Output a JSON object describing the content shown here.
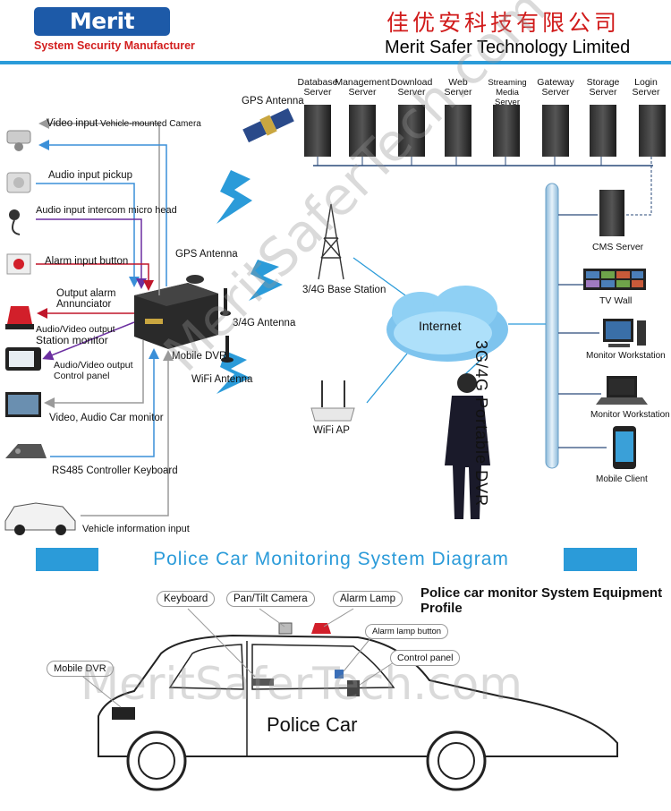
{
  "header": {
    "logo_text": "Merit Safer",
    "logo_subtitle": "System Security Manufacturer",
    "company_cn": "佳优安科技有限公司",
    "company_en": "Merit Safer Technology Limited"
  },
  "servers": [
    {
      "label_top": "Database",
      "label_bottom": "Server"
    },
    {
      "label_top": "Management",
      "label_bottom": "Server"
    },
    {
      "label_top": "Download",
      "label_bottom": "Server"
    },
    {
      "label_top": "Web",
      "label_bottom": "Server"
    },
    {
      "label_top": "Streaming Media",
      "label_bottom": "Server"
    },
    {
      "label_top": "Gateway",
      "label_bottom": "Server"
    },
    {
      "label_top": "Storage",
      "label_bottom": "Server"
    },
    {
      "label_top": "Login",
      "label_bottom": "Server"
    }
  ],
  "network": {
    "gps_satellite": "GPS Antenna",
    "base_station": "3/4G Base Station",
    "internet": "Internet",
    "wifi_ap": "WiFi AP",
    "portable_dvr": "3G/4G Portable DVR",
    "cms_server": "CMS   Server",
    "tv_wall": "TV   Wall",
    "monitor_ws_1": "Monitor Workstation",
    "monitor_ws_2": "Monitor Workstation",
    "mobile_client": "Mobile Client"
  },
  "dvr": {
    "gps_antenna": "GPS Antenna",
    "antenna_34g": "3/4G Antenna",
    "mobile_dvr": "Mobile DVR",
    "wifi_antenna": "WiFi Antenna"
  },
  "peripherals": {
    "video_input": "Video input",
    "camera": "Vehicle-mounted Camera",
    "audio_pickup": "Audio input pickup",
    "audio_intercom": "Audio input intercom micro head",
    "alarm_button": "Alarm input button",
    "output_alarm_1": "Output alarm",
    "output_alarm_2": "Annunciator",
    "av_station_1": "Audio/Video output",
    "av_station_2": "Station  monitor",
    "av_control_1": "Audio/Video output",
    "av_control_2": "Control  panel",
    "car_monitor": "Video, Audio Car monitor",
    "rs485": "RS485 Controller Keyboard",
    "vehicle_info": "Vehicle information input"
  },
  "diagram_title": "Police  Car Monitoring System Diagram",
  "profile_title": "Police car monitor System Equipment Profile",
  "car": {
    "label": "Police Car",
    "keyboard": "Keyboard",
    "ptz": "Pan/Tilt Camera",
    "alarm_lamp": "Alarm Lamp",
    "alarm_lamp_button": "Alarm lamp button",
    "control_panel": "Control panel",
    "mobile_dvr": "Mobile DVR"
  },
  "watermark": "MeritSaferTech.com",
  "colors": {
    "brand_blue": "#1d5aa8",
    "accent_blue": "#2b9bd9",
    "brand_red": "#d31f1f",
    "arrow_purple": "#6b2fa0",
    "arrow_red": "#c0162a",
    "arrow_gray": "#9a9a9a"
  }
}
